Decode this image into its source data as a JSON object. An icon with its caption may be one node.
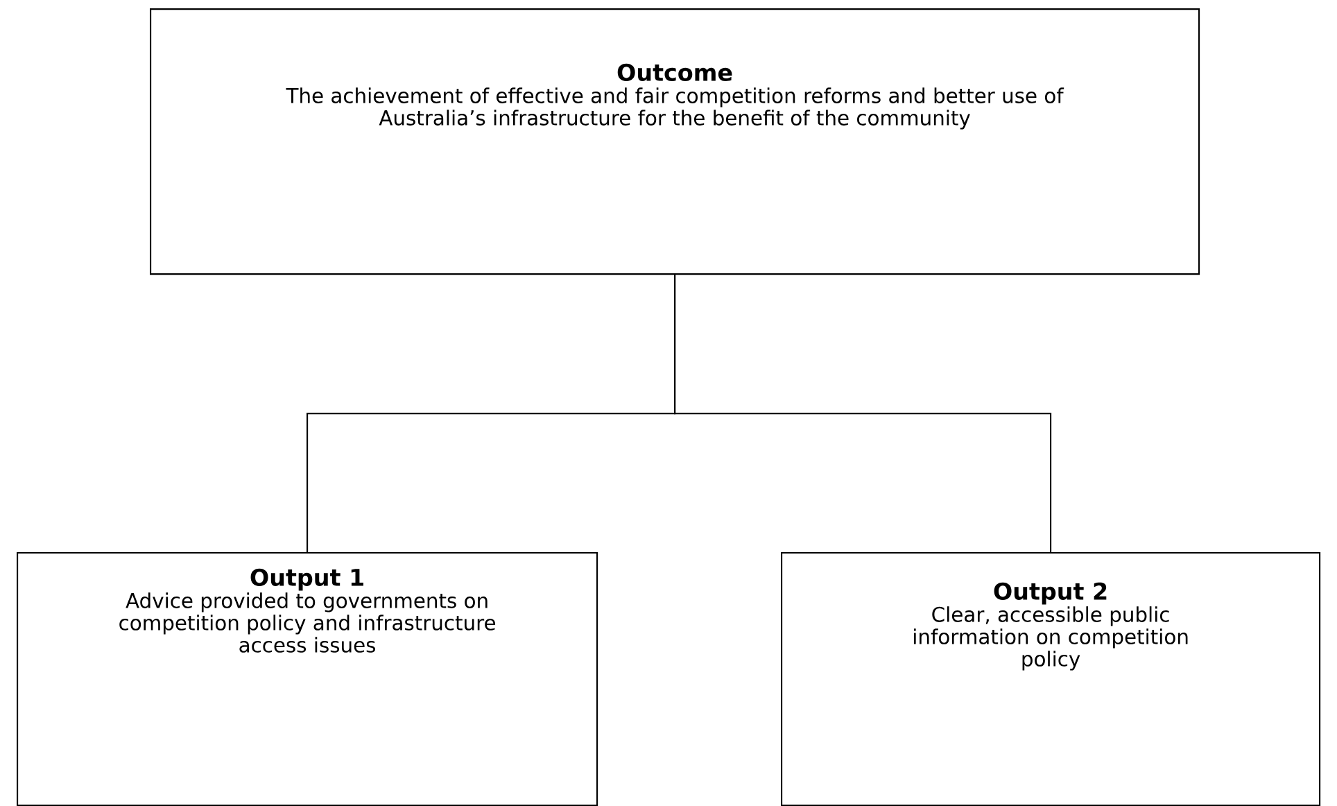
{
  "diagram": {
    "nodes": [
      {
        "text": [
          "Outcome",
          "The achievement of effective and fair competition reforms and better use of Australia’s infrastructure for the benefit of the community"
        ]
      },
      {
        "text": [
          "Output 1",
          "Advice provided to governments on competition policy and infrastructure access issues"
        ]
      },
      {
        "text": [
          "Output 2",
          "Clear, accessible public information on competition policy"
        ]
      }
    ],
    "edges": [
      {
        "from": 0,
        "to": 1,
        "arrow": "none"
      },
      {
        "from": 0,
        "to": 2,
        "arrow": "none"
      }
    ]
  }
}
